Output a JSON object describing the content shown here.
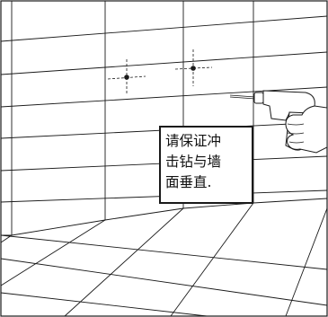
{
  "callout": {
    "lines": [
      "请保证冲",
      "击钻与墙",
      "面垂直."
    ]
  },
  "icons": {
    "drill": "hammer-drill-icon",
    "hand": "hand-icon"
  },
  "colors": {
    "line": "#1a1a1a",
    "background": "#ffffff"
  }
}
